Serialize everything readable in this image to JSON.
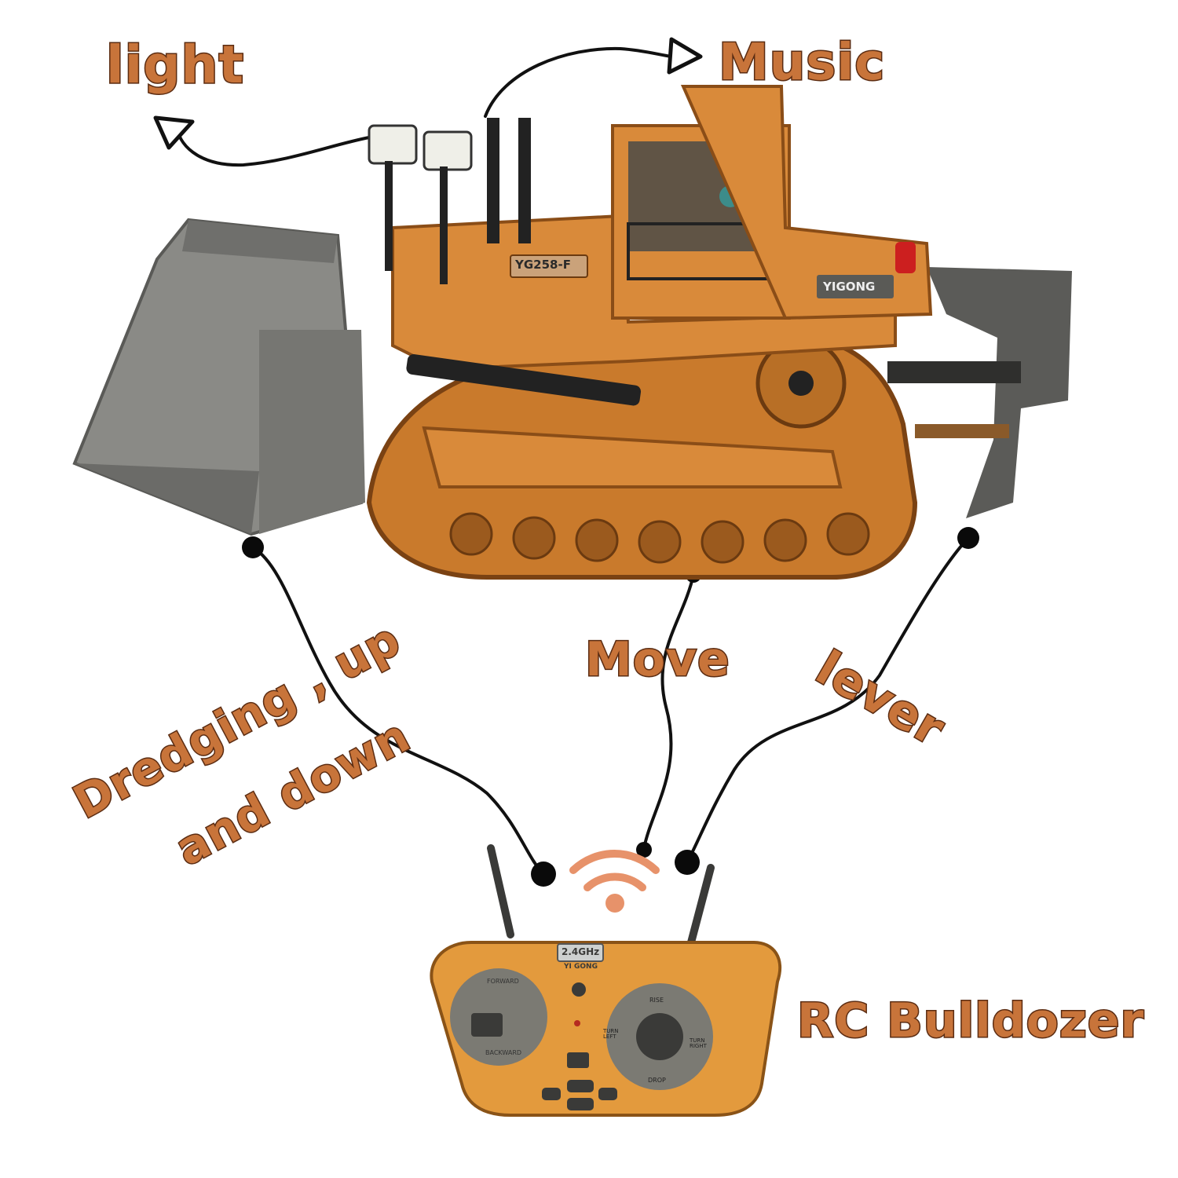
{
  "labels": {
    "light": "light",
    "music": "Music",
    "move": "Move",
    "lever": "lever",
    "dredging": "Dredging , up",
    "and_down": "and down",
    "rc_bulldozer": "RC Bulldozer"
  },
  "bulldozer": {
    "model": "YG258-F",
    "brand": "YIGONG"
  },
  "remote": {
    "frequency": "2.4GHz",
    "brand": "YI GONG",
    "forward": "FORWARD",
    "backward": "BACKWARD",
    "rise": "RISE",
    "drop": "DROP",
    "turn_left": "TURN LEFT",
    "turn_right": "TURN RIGHT"
  },
  "colors": {
    "label_fill": "#c8743a",
    "label_stroke": "#5b2c12",
    "body_orange": "#d98a3a",
    "blade_gray": "#8a8a86",
    "track_orange": "#c97a2c"
  }
}
